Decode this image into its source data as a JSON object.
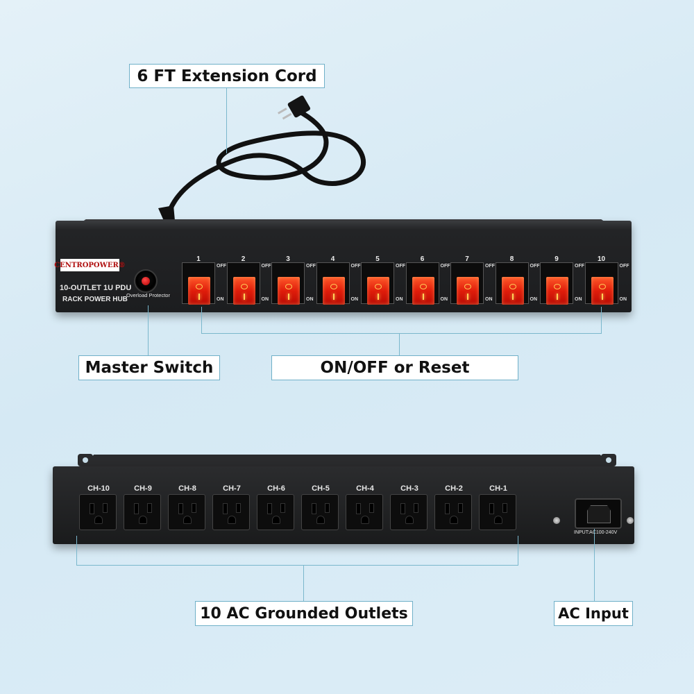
{
  "labels": {
    "cord": "6 FT  Extension Cord",
    "master": "Master Switch",
    "onoff": "ON/OFF or Reset",
    "outlets": "10 AC Grounded Outlets",
    "acinput": "AC Input"
  },
  "front_panel": {
    "brand": "CENTROPOWER®",
    "model_line1": "10-OUTLET 1U PDU",
    "model_line2": "RACK POWER HUB",
    "overload_label": "Overload Protector",
    "off_label": "OFF",
    "on_label": "ON",
    "switches": [
      "1",
      "2",
      "3",
      "4",
      "5",
      "6",
      "7",
      "8",
      "9",
      "10"
    ]
  },
  "back_panel": {
    "outlets": [
      "CH-10",
      "CH-9",
      "CH-8",
      "CH-7",
      "CH-6",
      "CH-5",
      "CH-4",
      "CH-3",
      "CH-2",
      "CH-1"
    ],
    "input_label": "INPUT:AC100-240V"
  }
}
